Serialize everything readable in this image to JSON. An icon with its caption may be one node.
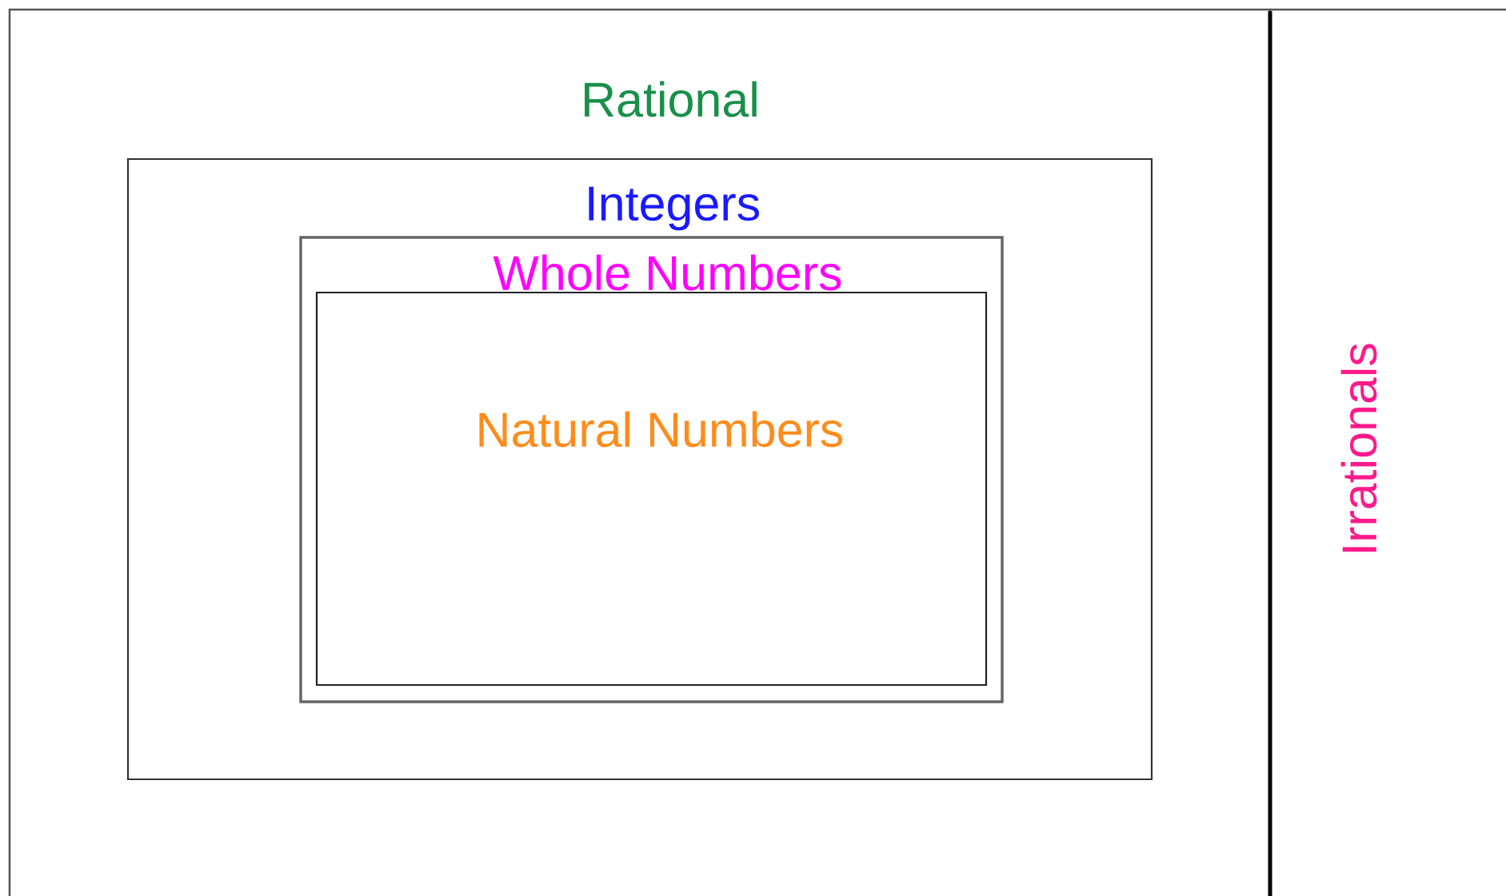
{
  "diagram": {
    "nodes": [
      {
        "text": [
          "Rational"
        ]
      },
      {
        "text": [
          "Integers"
        ],
        "in": 0
      },
      {
        "text": [
          "Whole Numbers"
        ],
        "in": 1
      },
      {
        "text": [
          "Natural Numbers"
        ],
        "in": 2
      },
      {
        "text": [
          "Irrationals"
        ]
      }
    ]
  }
}
